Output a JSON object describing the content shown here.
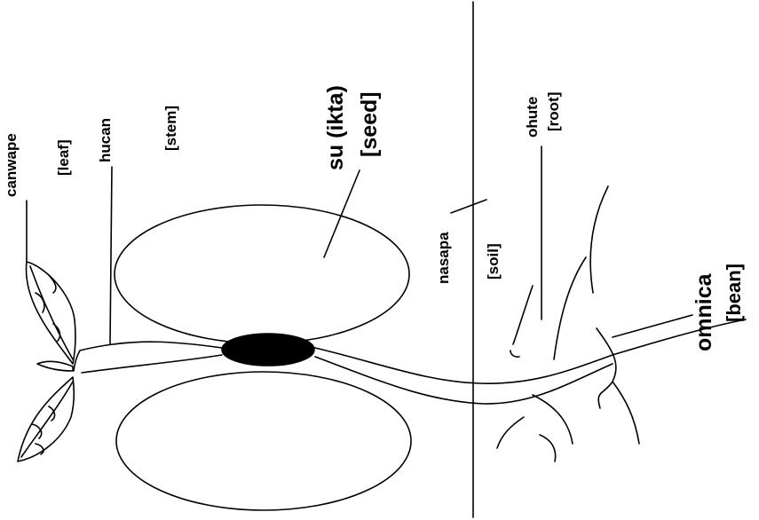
{
  "diagram": {
    "labels": {
      "leaf_lakota": "canwape",
      "leaf_english": "[leaf]",
      "stem_lakota": "hucan",
      "stem_english": "[stem]",
      "seed_lakota": "su (ikta)",
      "seed_english": "[seed]",
      "soil_lakota": "nasapa",
      "soil_english": "[soil]",
      "root_lakota": "ohute",
      "root_english": "[root]",
      "bean_lakota": "omnica",
      "bean_english": "[bean]"
    }
  }
}
